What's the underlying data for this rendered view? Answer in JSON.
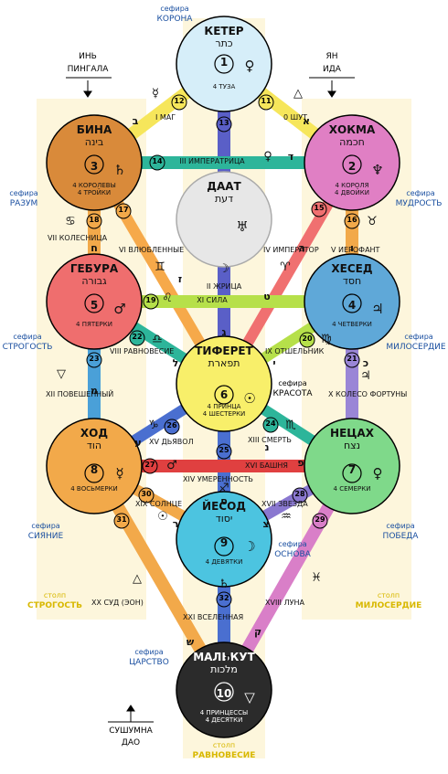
{
  "sephirot": [
    {
      "id": "keter",
      "name": "КЕТЕР",
      "hebrew": "כתר",
      "num": "1",
      "sym": "♀",
      "cards": "4 ТУЗА",
      "fill": "#d6eef9"
    },
    {
      "id": "binah",
      "name": "БИНА",
      "hebrew": "בינה",
      "num": "3",
      "sym": "♄",
      "cards": "4 КОРОЛЕВЫ\n4 ТРОЙКИ",
      "fill": "#d98a3a"
    },
    {
      "id": "chokmah",
      "name": "ХОКМА",
      "hebrew": "חכמה",
      "num": "2",
      "sym": "♆",
      "cards": "4 КОРОЛЯ\n4 ДВОЙКИ",
      "fill": "#e07fc4"
    },
    {
      "id": "daat",
      "name": "ДААТ",
      "hebrew": "דעת",
      "num": "",
      "sym": "♅",
      "cards": "",
      "fill": "#e7e7e7"
    },
    {
      "id": "gevurah",
      "name": "ГЕБУРА",
      "hebrew": "גבורה",
      "num": "5",
      "sym": "♂",
      "cards": "4 ПЯТЕРКИ",
      "fill": "#ef6e6e"
    },
    {
      "id": "chesed",
      "name": "ХЕСЕД",
      "hebrew": "חסד",
      "num": "4",
      "sym": "♃",
      "cards": "4 ЧЕТВЕРКИ",
      "fill": "#5fa8d8"
    },
    {
      "id": "tiferet",
      "name": "ТИФЕРЕТ",
      "hebrew": "תפארת",
      "num": "6",
      "sym": "☉",
      "cards": "4 ПРИНЦА\n4 ШЕСТЕРКИ",
      "fill": "#f8ef6a"
    },
    {
      "id": "hod",
      "name": "ХОД",
      "hebrew": "הוד",
      "num": "8",
      "sym": "☿",
      "cards": "4 ВОСЬМЕРКИ",
      "fill": "#f2a94a"
    },
    {
      "id": "netzach",
      "name": "НЕЦАХ",
      "hebrew": "נצח",
      "num": "7",
      "sym": "♀",
      "cards": "4 СЕМЕРКИ",
      "fill": "#7fd98a"
    },
    {
      "id": "yesod",
      "name": "ЙЕСОД",
      "hebrew": "יסוד",
      "num": "9",
      "sym": "☽",
      "cards": "4 ДЕВЯТКИ",
      "fill": "#4cc4e0"
    },
    {
      "id": "malkut",
      "name": "МАЛЬКУТ",
      "hebrew": "מלכות",
      "num": "10",
      "sym": "▽",
      "cards": "4 ПРИНЦЕССЫ\n4 ДЕСЯТКИ",
      "fill": "#2b2b2b"
    }
  ],
  "paths": [
    {
      "n": "11",
      "label": "0 ШУТ",
      "letter": "א",
      "sym": "△",
      "color": "#f6e65b"
    },
    {
      "n": "12",
      "label": "I МАГ",
      "letter": "ב",
      "sym": "☿",
      "color": "#f6e65b"
    },
    {
      "n": "13",
      "label": "II ЖРИЦА",
      "letter": "ג",
      "sym": "☽",
      "color": "#5a5fc7"
    },
    {
      "n": "14",
      "label": "III ИМПЕРАТРИЦА",
      "letter": "ד",
      "sym": "♀",
      "color": "#2db59a"
    },
    {
      "n": "15",
      "label": "IV ИМПЕРАТОР",
      "letter": "ה",
      "sym": "♈",
      "color": "#f07070"
    },
    {
      "n": "16",
      "label": "V ИЕРОФАНТ",
      "letter": "ו",
      "sym": "♉",
      "color": "#f2a94a"
    },
    {
      "n": "17",
      "label": "VI ВЛЮБЛЕННЫЕ",
      "letter": "ז",
      "sym": "♊",
      "color": "#f2a94a"
    },
    {
      "n": "18",
      "label": "VII КОЛЕСНИЦА",
      "letter": "ח",
      "sym": "♋",
      "color": "#f2a94a"
    },
    {
      "n": "19",
      "label": "XI СИЛА",
      "letter": "ט",
      "sym": "♌",
      "color": "#b6e04a"
    },
    {
      "n": "20",
      "label": "IX ОТШЕЛЬНИК",
      "letter": "י",
      "sym": "♍",
      "color": "#b6e04a"
    },
    {
      "n": "21",
      "label": "X КОЛЕСО ФОРТУНЫ",
      "letter": "כ",
      "sym": "♃",
      "color": "#9a86d6"
    },
    {
      "n": "22",
      "label": "VIII РАВНОВЕСИЕ",
      "letter": "ל",
      "sym": "♎",
      "color": "#2db59a"
    },
    {
      "n": "23",
      "label": "XII ПОВЕШЕННЫЙ",
      "letter": "מ",
      "sym": "▽",
      "color": "#4aa0d8"
    },
    {
      "n": "24",
      "label": "XIII СМЕРТЬ",
      "letter": "נ",
      "sym": "♏",
      "color": "#2db59a"
    },
    {
      "n": "25",
      "label": "XIV УМЕРЕННОСТЬ",
      "letter": "ס",
      "sym": "♐",
      "color": "#4a6fd0"
    },
    {
      "n": "26",
      "label": "XV ДЬЯВОЛ",
      "letter": "ע",
      "sym": "♑",
      "color": "#4a6fd0"
    },
    {
      "n": "27",
      "label": "XVI БАШНЯ",
      "letter": "פ",
      "sym": "♂",
      "color": "#e04040"
    },
    {
      "n": "28",
      "label": "XVII ЗВЕЗДА",
      "letter": "צ",
      "sym": "♒",
      "color": "#8a78d0"
    },
    {
      "n": "29",
      "label": "XVIII ЛУНА",
      "letter": "ק",
      "sym": "♓",
      "color": "#d97fc8"
    },
    {
      "n": "30",
      "label": "XIX СОЛНЦЕ",
      "letter": "ר",
      "sym": "☉",
      "color": "#f2a94a"
    },
    {
      "n": "31",
      "label": "XX СУД (ЭОН)",
      "letter": "ש",
      "sym": "△",
      "color": "#f2a94a"
    },
    {
      "n": "32",
      "label": "XXI ВСЕЛЕННАЯ",
      "letter": "ת",
      "sym": "♄",
      "color": "#4a6fd0"
    }
  ],
  "captions": {
    "keter_sefira": "сефира",
    "keter_title": "КОРОНА",
    "yin": "ИНЬ",
    "pingala": "ПИНГАЛА",
    "yan": "ЯН",
    "ida": "ИДА",
    "razum_sefira": "сефира",
    "razum": "РАЗУМ",
    "mudrost_sefira": "сефира",
    "mudrost": "МУДРОСТЬ",
    "strogost_sefira": "сефира",
    "strogost": "СТРОГОСТЬ",
    "miloserdie_sefira": "сефира",
    "miloserdie": "МИЛОСЕРДИЕ",
    "krasota_sefira": "сефира",
    "krasota": "КРАСОТА",
    "siyanie_sefira": "сефира",
    "siyanie": "СИЯНИЕ",
    "pobeda_sefira": "сефира",
    "pobeda": "ПОБЕДА",
    "osnova_sefira": "сефира",
    "osnova": "ОСНОВА",
    "carstvo_sefira": "сефира",
    "carstvo": "ЦАРСТВО",
    "stolp_left": "столп",
    "stolp_left_name": "СТРОГОСТЬ",
    "stolp_right": "столп",
    "stolp_right_name": "МИЛОСЕРДИЕ",
    "stolp_center": "столп",
    "stolp_center_name": "РАВНОВЕСИЕ",
    "sushumna": "СУШУМНА",
    "dao": "ДАО"
  }
}
